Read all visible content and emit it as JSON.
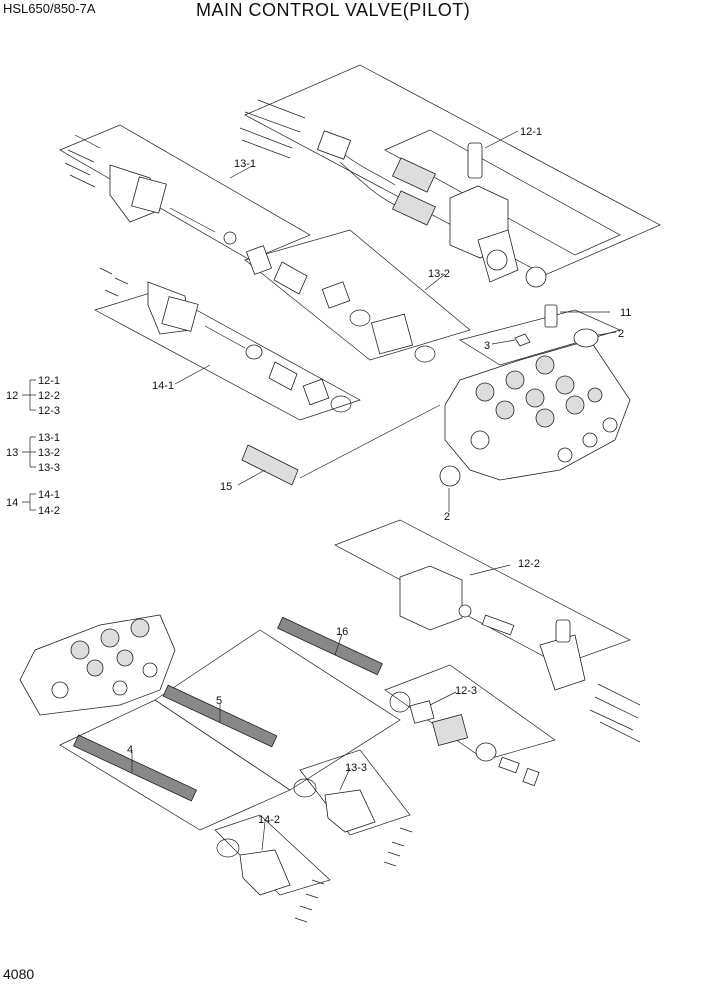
{
  "header": {
    "model": "HSL650/850-7A",
    "title": "MAIN CONTROL VALVE(PILOT)"
  },
  "page_number": "4080",
  "callouts": {
    "c12_1": "12-1",
    "c13_1": "13-1",
    "c13_2": "13-2",
    "c14_1": "14-1",
    "c11": "11",
    "c2a": "2",
    "c3": "3",
    "c15": "15",
    "c2b": "2",
    "c12_2": "12-2",
    "c16": "16",
    "c5": "5",
    "c12_3": "12-3",
    "c4": "4",
    "c13_3": "13-3",
    "c14_2": "14-2"
  },
  "legend": [
    {
      "parent": "12",
      "children": [
        "12-1",
        "12-2",
        "12-3"
      ]
    },
    {
      "parent": "13",
      "children": [
        "13-1",
        "13-2",
        "13-3"
      ]
    },
    {
      "parent": "14",
      "children": [
        "14-1",
        "14-2"
      ]
    }
  ]
}
